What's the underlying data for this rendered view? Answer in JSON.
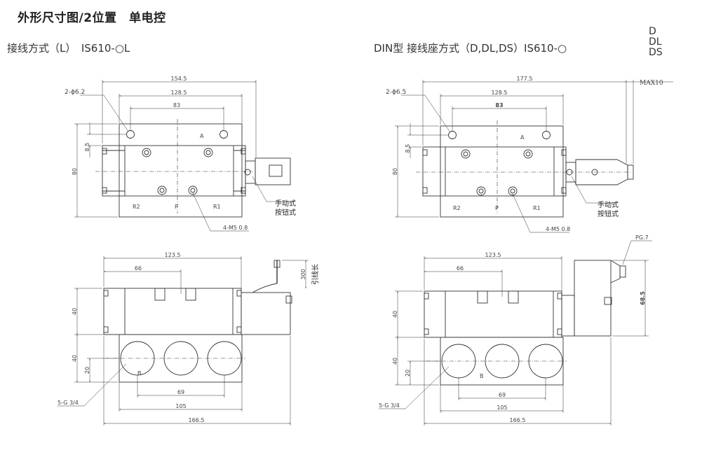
{
  "title": "外形尺寸图/2位置　单电控",
  "left_view": {
    "subtitle": "接线方式（L）　IS610-○L",
    "top": {
      "dim_overall": "154.5",
      "dim_mid": "128.5",
      "dim_inner": "83",
      "dim_height": "80",
      "dim_side": "8.5",
      "hole_label": "2-ϕ6.2",
      "port_A": "A",
      "port_R2": "R2",
      "port_P": "P",
      "port_R1": "R1",
      "manual_1": "手动式",
      "manual_2": "按钮式",
      "screw_label": "4-M5  0.8"
    },
    "bottom": {
      "dim_top": "123.5",
      "dim_66": "66",
      "dim_40_upper": "40",
      "dim_40_lower": "40",
      "dim_20": "20",
      "dim_300": "300",
      "lead_label": "引线长",
      "port_B": "B",
      "dim_69": "69",
      "dim_105": "105",
      "dim_166": "166.5",
      "thread_label": "5-G 3/4"
    }
  },
  "right_view": {
    "subtitle": "DIN型 接线座方式（D,DL,DS）IS610-○",
    "variants": [
      "D",
      "DL",
      "DS"
    ],
    "top": {
      "dim_overall": "177.5",
      "dim_max": "MAX10",
      "dim_mid": "128.5",
      "dim_inner": "83",
      "dim_height": "80",
      "dim_side": "8.5",
      "hole_label": "2-ϕ6.5",
      "port_A": "A",
      "port_R2": "R2",
      "port_P": "P",
      "port_R1": "R1",
      "manual_1": "手动式",
      "manual_2": "按钮式",
      "screw_label": "4-M5  0.8"
    },
    "bottom": {
      "dim_top": "123.5",
      "dim_66": "66",
      "dim_pg": "PG.7",
      "dim_685": "68.5",
      "dim_40_upper": "40",
      "dim_40_lower": "40",
      "dim_20": "20",
      "port_B": "B",
      "dim_69": "69",
      "dim_105": "105",
      "dim_166": "166.5",
      "thread_label": "5-G 3/4"
    }
  }
}
